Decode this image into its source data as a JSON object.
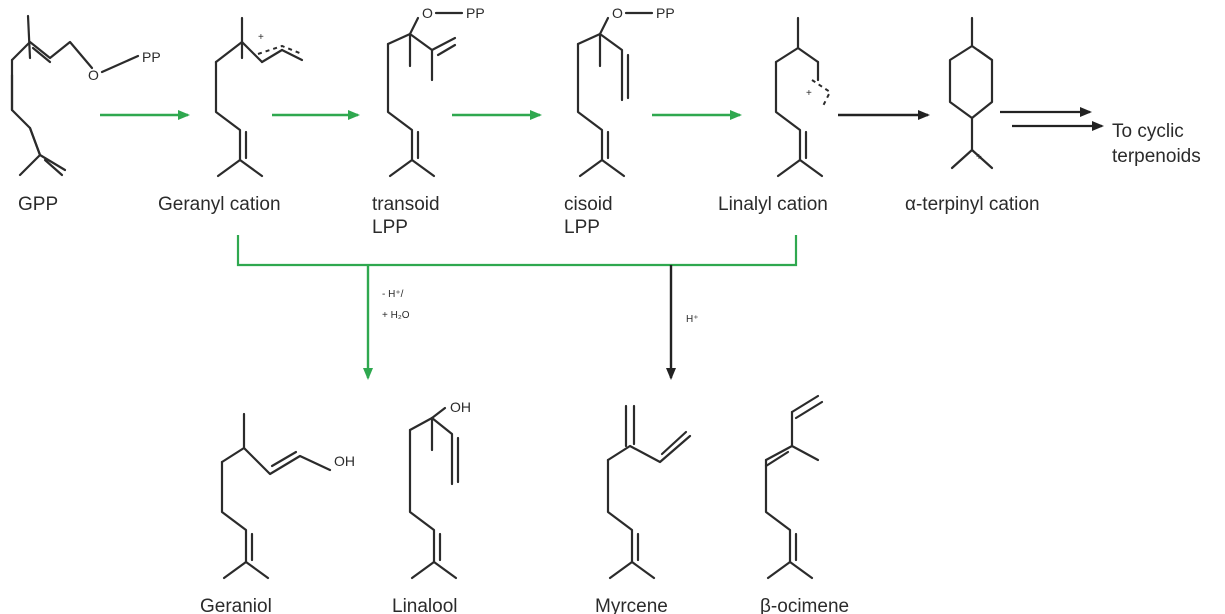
{
  "colors": {
    "green_arrow": "#2fa84f",
    "black_arrow": "#222222",
    "ink": "#2b2b2b"
  },
  "atoms": {
    "opp": "O",
    "pp": "PP",
    "oh": "OH",
    "cation_charge": "+"
  },
  "molecules": {
    "gpp": "GPP",
    "geranyl_cation": "Geranyl cation",
    "transoid_lpp_1": "transoid",
    "transoid_lpp_2": "LPP",
    "cisoid_lpp_1": "cisoid",
    "cisoid_lpp_2": "LPP",
    "linalyl_cation": "Linalyl cation",
    "terpinyl_cation": "α-terpinyl cation",
    "to_cyclic_1": "To cyclic",
    "to_cyclic_2": "terpenoids",
    "geraniol": "Geraniol",
    "linalool": "Linalool",
    "myrcene": "Myrcene",
    "ocimene": "β-ocimene"
  },
  "reagents": {
    "green_line1": "- H⁺/",
    "green_line2": "+ H₂O",
    "black": "H⁺"
  }
}
